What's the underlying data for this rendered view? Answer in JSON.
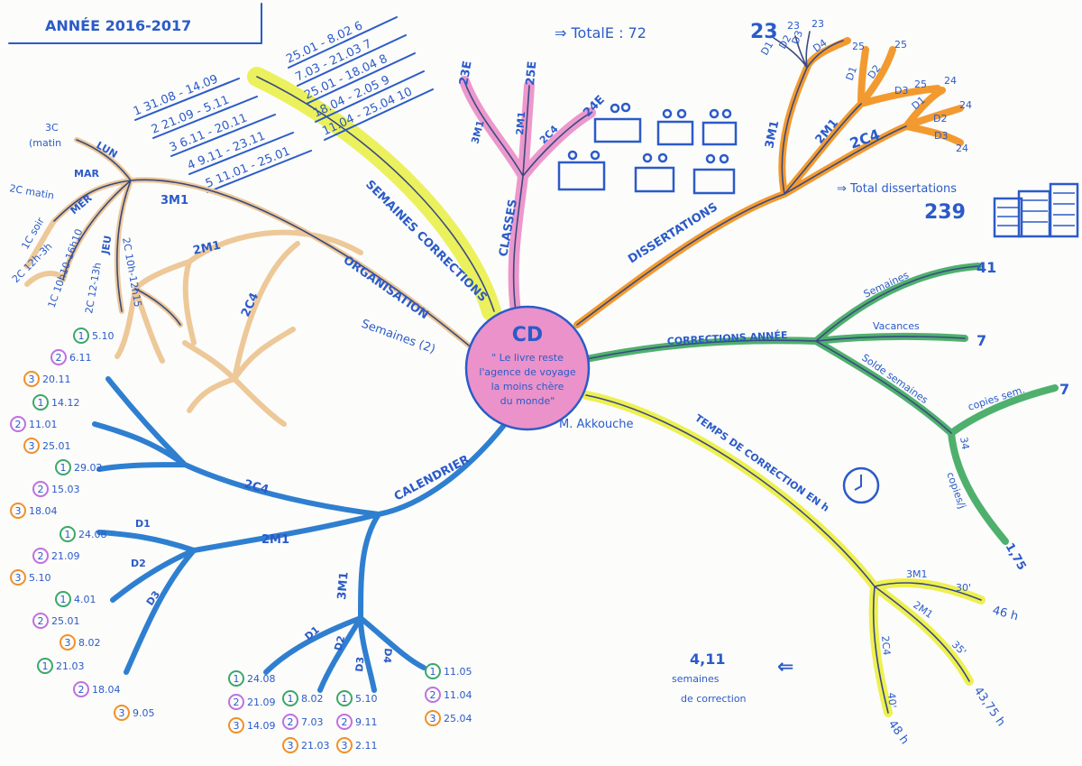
{
  "title": "ANNÉE 2016-2017",
  "colors": {
    "ink": "#2b5bc9",
    "pink": "#e98fc8",
    "orange": "#f0902a",
    "green": "#3aa86a",
    "yellow": "#e8ec3a",
    "tan": "#e9c08e",
    "blue_branch": "#2f7fd0",
    "purple": "#c070e0"
  },
  "center": {
    "title": "CD",
    "quote": [
      "\" Le livre reste",
      "l'agence de voyage",
      "la moins chère",
      "du monde\""
    ],
    "author": "M. Akkouche"
  },
  "semaines_corrections": {
    "label": "SEMAINES CORRECTIONS",
    "weeks": [
      {
        "n": "1",
        "dates": "31.08 - 14.09"
      },
      {
        "n": "2",
        "dates": "21.09 - 5.11"
      },
      {
        "n": "3",
        "dates": "6.11 - 20.11"
      },
      {
        "n": "4",
        "dates": "9.11 - 23.11"
      },
      {
        "n": "5",
        "dates": "11.01 - 25.01"
      },
      {
        "n": "6",
        "dates": "25.01 - 8.02"
      },
      {
        "n": "7",
        "dates": "7.03 - 21.03"
      },
      {
        "n": "8",
        "dates": "25.01 - 18.04"
      },
      {
        "n": "9",
        "dates": "18.04 - 2.05"
      },
      {
        "n": "10",
        "dates": "11.04 - 25.04"
      }
    ]
  },
  "classes": {
    "label": "CLASSES",
    "branches": [
      {
        "name": "3M1",
        "count": "23E"
      },
      {
        "name": "2M1",
        "count": "25E"
      },
      {
        "name": "2C4",
        "count": "24E"
      }
    ],
    "total": "TotalE : 72"
  },
  "dissertations": {
    "label": "DISSERTATIONS",
    "branches": [
      {
        "name": "3M1",
        "total": "23",
        "items": [
          {
            "d": "D1",
            "n": "23"
          },
          {
            "d": "D2",
            "n": "23"
          },
          {
            "d": "D3",
            "n": "23"
          },
          {
            "d": "D4",
            "n": "23"
          }
        ]
      },
      {
        "name": "2M1",
        "items": [
          {
            "d": "D1",
            "n": "25"
          },
          {
            "d": "D2",
            "n": "25"
          },
          {
            "d": "D3",
            "n": "25"
          }
        ]
      },
      {
        "name": "2C4",
        "items": [
          {
            "d": "D1",
            "n": "24"
          },
          {
            "d": "D2",
            "n": "24"
          },
          {
            "d": "D3",
            "n": "24"
          }
        ]
      }
    ],
    "total_label": "Total dissertations",
    "total": "239"
  },
  "corrections_annee": {
    "label": "CORRECTIONS ANNÉE",
    "semaines": {
      "label": "Semaines",
      "value": "41"
    },
    "vacances": {
      "label": "Vacances",
      "value": "7"
    },
    "solde": {
      "label": "Solde semaines",
      "value": "34"
    },
    "copies_sem": {
      "label": "copies sem.",
      "value": "7"
    },
    "copies_j": {
      "label": "copies/j",
      "value": "1,75"
    }
  },
  "temps_correction": {
    "label": "TEMPS DE CORRECTION EN h",
    "branches": [
      {
        "name": "3M1",
        "per": "30'",
        "total": "46 h"
      },
      {
        "name": "2M1",
        "per": "35'",
        "total": "43,75 h"
      },
      {
        "name": "2C4",
        "per": "40'",
        "total": "48 h"
      }
    ],
    "result_value": "4,11",
    "result_label": [
      "semaines",
      "de correction"
    ]
  },
  "organisation": {
    "label": "ORGANISATION",
    "sub": "Semaines (2)",
    "branch_3m1": "3M1",
    "branch_2m1": "2M1",
    "branch_2c4": "2C4",
    "days": [
      {
        "day": "LUN",
        "notes": [
          "3C",
          "(matin"
        ]
      },
      {
        "day": "MAR",
        "notes": [
          "2C matin",
          "1C soir"
        ]
      },
      {
        "day": "MER",
        "notes": [
          "2C 12h-3h",
          "1C 10h10-16h10"
        ]
      },
      {
        "day": "JEU",
        "notes": [
          "2C 12-13h",
          "2C 10h-12h15"
        ]
      }
    ]
  },
  "calendrier": {
    "label": "CALENDRIER",
    "c2c4": {
      "name": "2C4",
      "groups": [
        [
          "5.10",
          "6.11",
          "20.11"
        ],
        [
          "14.12",
          "11.01",
          "25.01"
        ],
        [
          "29.02",
          "15.03",
          "18.04"
        ]
      ]
    },
    "c2m1": {
      "name": "2M1",
      "groups": [
        {
          "d": "D1",
          "dates": [
            "24.08",
            "21.09",
            "5.10"
          ]
        },
        {
          "d": "D2",
          "dates": [
            "4.01",
            "25.01",
            "8.02"
          ]
        },
        {
          "d": "D3",
          "dates": [
            "21.03",
            "18.04",
            "9.05"
          ]
        }
      ]
    },
    "c3m1": {
      "name": "3M1",
      "groups": [
        {
          "d": "D1",
          "dates": [
            "24.08",
            "21.09",
            "14.09"
          ]
        },
        {
          "d": "D2",
          "dates": [
            "8.02",
            "7.03",
            "21.03"
          ]
        },
        {
          "d": "D3",
          "dates": [
            "5.10",
            "9.11",
            "2.11"
          ]
        },
        {
          "d": "D4",
          "dates": [
            "11.05",
            "11.04",
            "25.04"
          ]
        }
      ]
    },
    "circle_nums": [
      "1",
      "2",
      "3"
    ]
  }
}
